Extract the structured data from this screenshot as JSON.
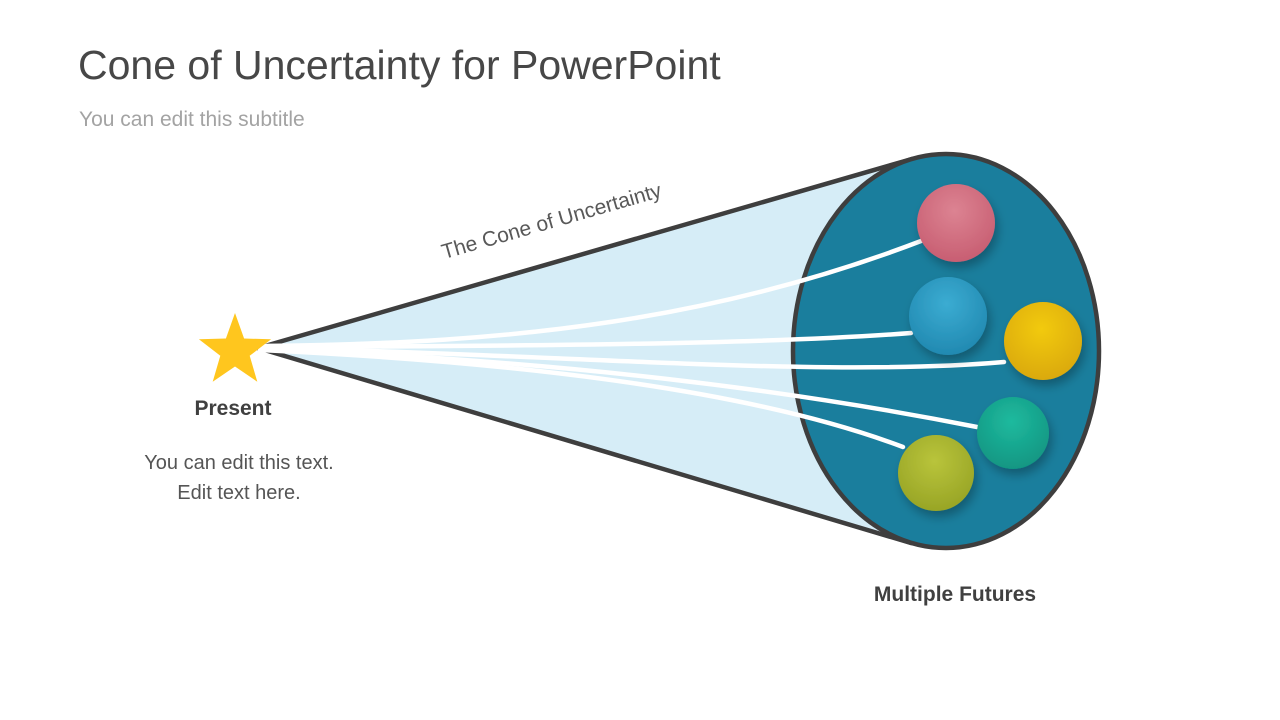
{
  "slide": {
    "title": "Cone of Uncertainty for PowerPoint",
    "subtitle": "You can edit this subtitle"
  },
  "diagram": {
    "cone_label": "The Cone of Uncertainty",
    "present_label": "Present",
    "present_note_line1": "You can edit this text.",
    "present_note_line2": "Edit text here.",
    "futures_label": "Multiple Futures",
    "star_color": "#FFC61E",
    "cone_fill": "#D6EDF7",
    "outline_color": "#3E3E3E",
    "ellipse_fill": "#1A7E9D",
    "path_line_color": "#FFFFFF",
    "circles": [
      {
        "name": "rose",
        "light": "#DC8392",
        "dark": "#C65B6F"
      },
      {
        "name": "blue",
        "light": "#3BACD2",
        "dark": "#1F86AE"
      },
      {
        "name": "yellow",
        "light": "#F2CA10",
        "dark": "#D8A60A"
      },
      {
        "name": "green",
        "light": "#1FBA9E",
        "dark": "#109380"
      },
      {
        "name": "olive",
        "light": "#B9C43B",
        "dark": "#95A224"
      }
    ]
  }
}
